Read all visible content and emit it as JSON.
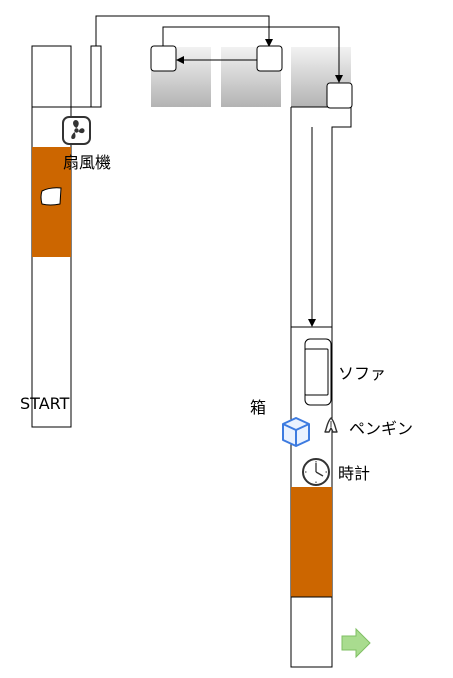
{
  "labels": {
    "start": "START",
    "fan": "扇風機",
    "sofa": "ソファ",
    "box": "箱",
    "penguin": "ペンギン",
    "clock": "時計"
  },
  "colors": {
    "floor_orange": "#CC6600",
    "gray_panel_top": "#F2F2F2",
    "gray_panel_bottom": "#B3B3B3",
    "box_blue": "#3D7BE0",
    "exit_green": "#A9DC8F"
  },
  "icons": {
    "fan": "fan-icon",
    "sofa": "sofa-icon",
    "box": "box-icon",
    "penguin": "penguin-icon",
    "clock": "clock-icon",
    "exit": "exit-arrow-icon"
  }
}
